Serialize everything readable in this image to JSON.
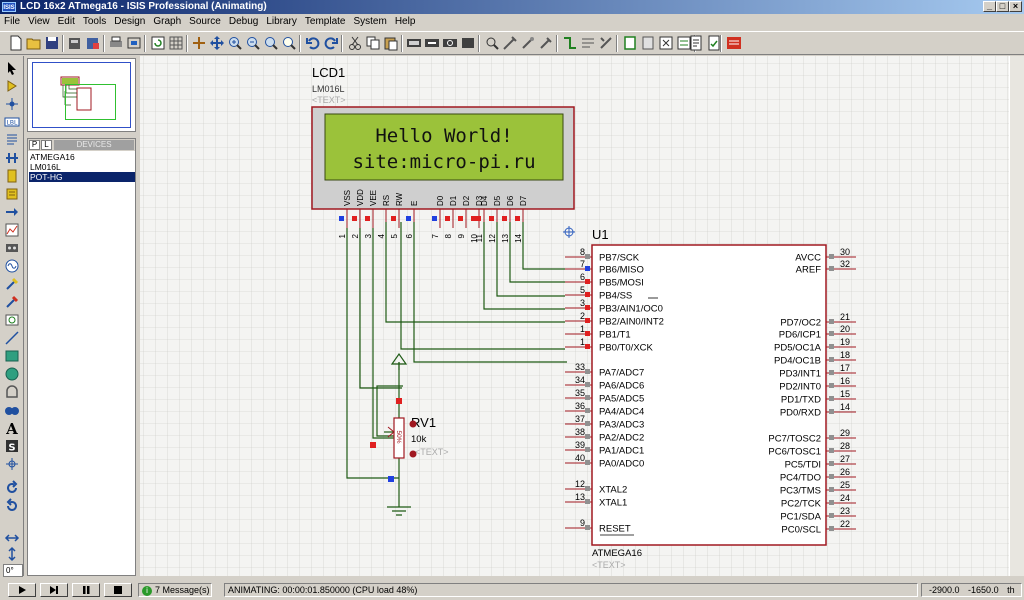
{
  "window": {
    "title": "LCD 16x2 ATmega16 - ISIS Professional (Animating)",
    "app_icon_text": "ISIS"
  },
  "menu": [
    "File",
    "View",
    "Edit",
    "Tools",
    "Design",
    "Graph",
    "Source",
    "Debug",
    "Library",
    "Template",
    "System",
    "Help"
  ],
  "devices": {
    "tab_p": "P",
    "tab_l": "L",
    "header": "DEVICES",
    "items": [
      "ATMEGA16",
      "LM016L",
      "POT-HG"
    ],
    "selected_index": 2
  },
  "left_panel": {
    "angle_value": "0°"
  },
  "schematic": {
    "lcd": {
      "ref": "LCD1",
      "part": "LM016L",
      "text_placeholder": "<TEXT>",
      "line1": "Hello World!",
      "line2": "site:micro-pi.ru",
      "pin_names": [
        "VSS",
        "VDD",
        "VEE",
        "RS",
        "RW",
        "E",
        "D0",
        "D1",
        "D2",
        "D3",
        "D4",
        "D5",
        "D6",
        "D7"
      ],
      "pin_numbers": [
        "1",
        "2",
        "3",
        "4",
        "5",
        "6",
        "7",
        "8",
        "9",
        "10",
        "11",
        "12",
        "13",
        "14"
      ]
    },
    "mcu": {
      "ref": "U1",
      "part": "ATMEGA16",
      "text_placeholder": "<TEXT>",
      "left_pins": [
        {
          "num": "8",
          "name": "PB7/SCK"
        },
        {
          "num": "7",
          "name": "PB6/MISO"
        },
        {
          "num": "6",
          "name": "PB5/MOSI"
        },
        {
          "num": "5",
          "name": "PB4/SS"
        },
        {
          "num": "3",
          "name": "PB3/AIN1/OC0"
        },
        {
          "num": "2",
          "name": "PB2/AIN0/INT2"
        },
        {
          "num": "1",
          "name": "PB1/T1"
        },
        {
          "num": "1",
          "name": "PB0/T0/XCK"
        },
        {
          "num": "33",
          "name": "PA7/ADC7"
        },
        {
          "num": "34",
          "name": "PA6/ADC6"
        },
        {
          "num": "35",
          "name": "PA5/ADC5"
        },
        {
          "num": "36",
          "name": "PA4/ADC4"
        },
        {
          "num": "37",
          "name": "PA3/ADC3"
        },
        {
          "num": "38",
          "name": "PA2/ADC2"
        },
        {
          "num": "39",
          "name": "PA1/ADC1"
        },
        {
          "num": "40",
          "name": "PA0/ADC0"
        },
        {
          "num": "12",
          "name": "XTAL2"
        },
        {
          "num": "13",
          "name": "XTAL1"
        },
        {
          "num": "9",
          "name": "RESET"
        }
      ],
      "right_pins": [
        {
          "num": "30",
          "name": "AVCC"
        },
        {
          "num": "32",
          "name": "AREF"
        },
        {
          "num": "21",
          "name": "PD7/OC2"
        },
        {
          "num": "20",
          "name": "PD6/ICP1"
        },
        {
          "num": "19",
          "name": "PD5/OC1A"
        },
        {
          "num": "18",
          "name": "PD4/OC1B"
        },
        {
          "num": "17",
          "name": "PD3/INT1"
        },
        {
          "num": "16",
          "name": "PD2/INT0"
        },
        {
          "num": "15",
          "name": "PD1/TXD"
        },
        {
          "num": "14",
          "name": "PD0/RXD"
        },
        {
          "num": "29",
          "name": "PC7/TOSC2"
        },
        {
          "num": "28",
          "name": "PC6/TOSC1"
        },
        {
          "num": "27",
          "name": "PC5/TDI"
        },
        {
          "num": "26",
          "name": "PC4/TDO"
        },
        {
          "num": "25",
          "name": "PC3/TMS"
        },
        {
          "num": "24",
          "name": "PC2/TCK"
        },
        {
          "num": "23",
          "name": "PC1/SDA"
        },
        {
          "num": "22",
          "name": "PC0/SCL"
        }
      ]
    },
    "pot": {
      "ref": "RV1",
      "value": "10k",
      "text_placeholder": "<TEXT>",
      "percent": "50%"
    }
  },
  "status": {
    "messages": "7 Message(s)",
    "animating": "ANIMATING: 00:00:01.850000 (CPU load 48%)",
    "coord_x": "-2900.0",
    "coord_y": "-1650.0",
    "coord_unit": "th"
  },
  "colors": {
    "lcd_screen": "#9bc23a",
    "component_border": "#a01820",
    "wire": "#1e5a14",
    "grid_bg": "#f4f4f2",
    "logic_high": "#e02020",
    "logic_low": "#2040e0"
  }
}
